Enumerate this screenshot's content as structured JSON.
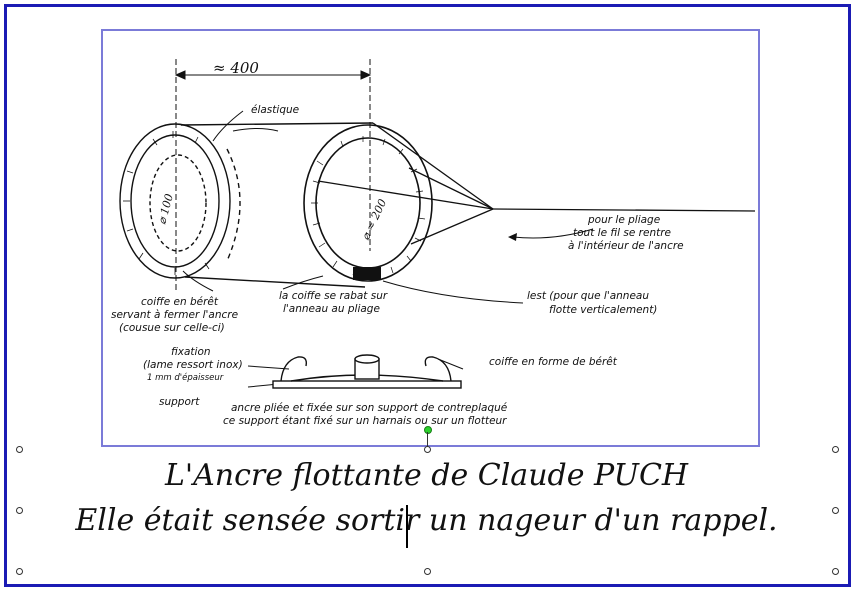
{
  "diagram": {
    "dimension_width": "≈ 400",
    "small_ring_diameter": "⌀ 100",
    "big_ring_diameter": "⌀ ≈ 200",
    "label_elastique": "élastique",
    "label_pliage_1": "pour le pliage",
    "label_pliage_2": "tout le fil se rentre",
    "label_pliage_3": "à l'intérieur de l'ancre",
    "label_coiffe_1": "coiffe en bérêt",
    "label_coiffe_2": "servant à fermer l'ancre",
    "label_coiffe_3": "(cousue sur celle-ci)",
    "label_rabat_1": "la coiffe se rabat sur",
    "label_rabat_2": "l'anneau au pliage",
    "label_lest_1": "lest  (pour que l'anneau",
    "label_lest_2": "flotte verticalement)",
    "label_fixation_1": "fixation",
    "label_fixation_2": "(lame ressort inox)",
    "label_fixation_3": "1 mm d'épaisseur",
    "label_coiffe_beret": "coiffe en forme de bérêt",
    "label_support": "support",
    "label_ancre_1": "ancre pliée et fixée sur son support de contreplaqué",
    "label_ancre_2": "ce support étant fixé sur un harnais ou sur un flotteur"
  },
  "caption": {
    "line1": "L'Ancre flottante de Claude PUCH",
    "line2": "Elle était sensée sortir un nageur d'un rappel."
  },
  "colors": {
    "frame_border": "#1b1bb4",
    "image_border": "#7b7bd8",
    "rotation_handle": "#2bd12b"
  }
}
